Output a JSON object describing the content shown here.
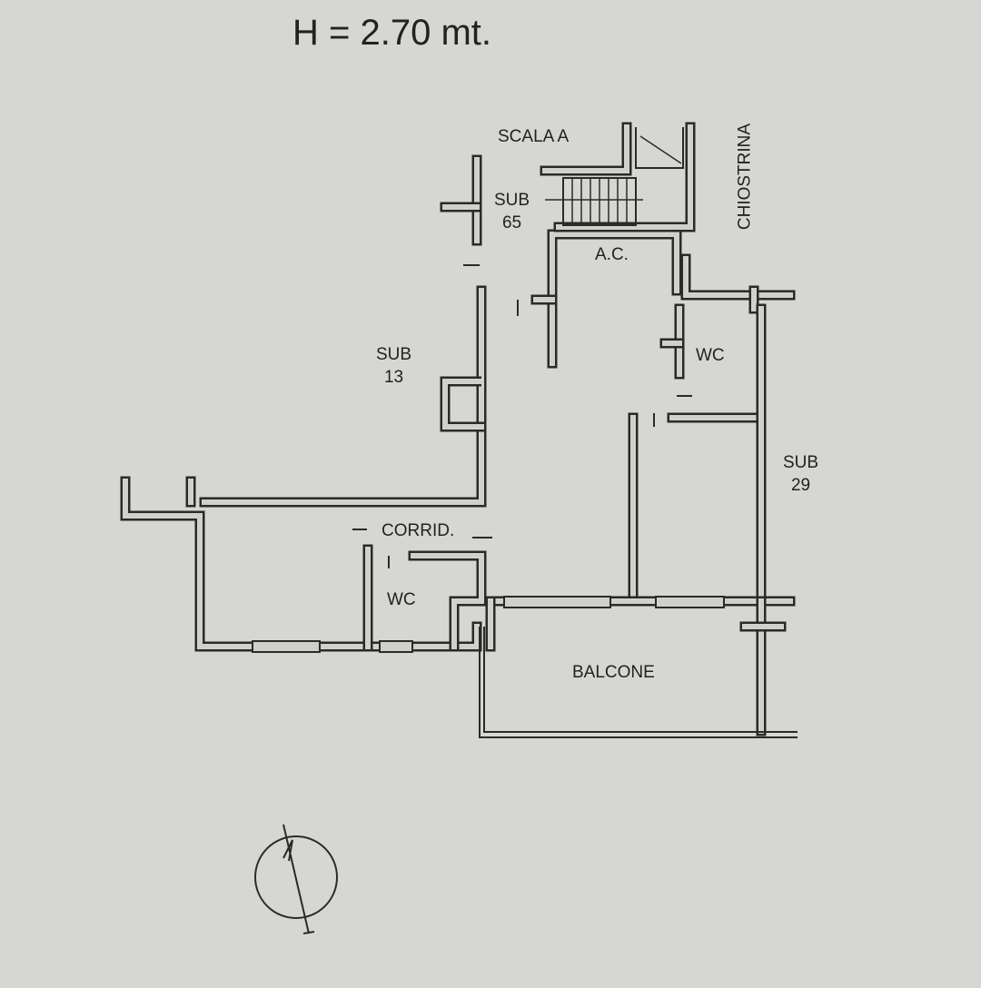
{
  "title": "H = 2.70 mt.",
  "labels": {
    "scala": "SCALA A",
    "sub65_a": "SUB",
    "sub65_b": "65",
    "ac": "A.C.",
    "chiostrina": "CHIOSTRINA",
    "sub13_a": "SUB",
    "sub13_b": "13",
    "wc_right": "WC",
    "sub29_a": "SUB",
    "sub29_b": "29",
    "corrid": "CORRID.",
    "wc_left": "WC",
    "balcone": "BALCONE"
  },
  "icons": {
    "north": "north-arrow-compass-icon"
  }
}
